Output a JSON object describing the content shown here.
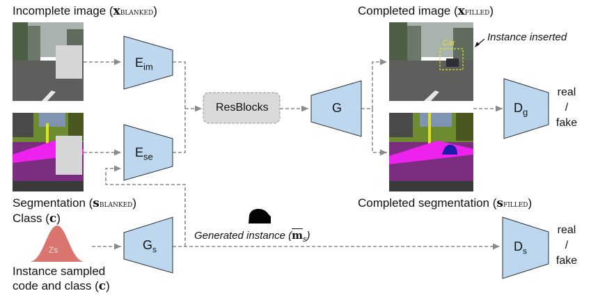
{
  "labels": {
    "incomplete_image": "Incomplete image (",
    "incomplete_image_sym": "x",
    "incomplete_image_sub": "BLANKED",
    "completed_image": "Completed image (",
    "completed_image_sym": "x",
    "completed_image_sub": "FILLED",
    "instance_inserted": "Instance inserted",
    "car_tag": "Car",
    "segmentation": "Segmentation (",
    "segmentation_sym": "s",
    "segmentation_sub": "BLANKED",
    "completed_segmentation": "Completed segmentation (",
    "completed_segmentation_sym": "s",
    "completed_segmentation_sub": "FILLED",
    "class": "Class (",
    "class_sym": "c",
    "generated_instance": "Generated instance (",
    "generated_instance_sym": "m",
    "generated_instance_sub": "s",
    "instance_sampled_1": "Instance sampled",
    "instance_sampled_2": "code and class (",
    "instance_sampled_sym": "c",
    "close_paren": ")",
    "zs": "Zs"
  },
  "blocks": {
    "e_im": "E",
    "e_im_sub": "im",
    "e_se": "E",
    "e_se_sub": "se",
    "resblocks": "ResBlocks",
    "g": "G",
    "d_g": "D",
    "d_g_sub": "g",
    "g_s": "G",
    "g_s_sub": "s",
    "d_s": "D",
    "d_s_sub": "s"
  },
  "outputs": {
    "real": "real",
    "slash": "/",
    "fake": "fake"
  },
  "colors": {
    "block_fill": "#bcd7ee",
    "block_stroke": "#2a2f36",
    "resblocks_fill": "#d9d9d9",
    "arrow": "#8a8a8a",
    "zs_fill": "#d9746e"
  }
}
